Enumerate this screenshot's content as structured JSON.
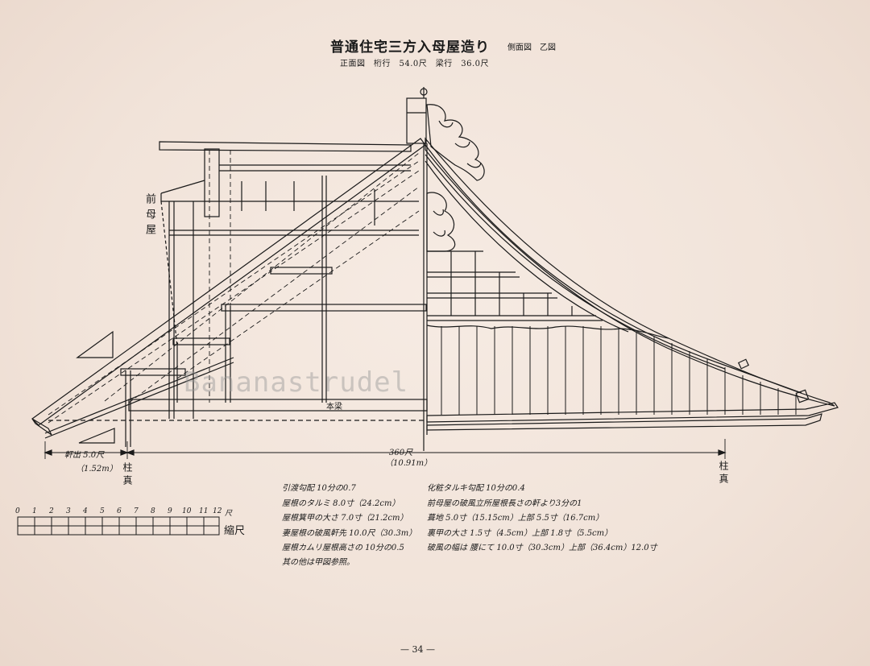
{
  "header": {
    "title": "普通住宅三方入母屋造り",
    "view_label": "側面図　乙図",
    "subtitle": "正面図　桁行　54.0尺　梁行　36.0尺"
  },
  "labels": {
    "front_wing": "前母屋",
    "main_beam": "本梁",
    "eave_projection": "軒出 5.0尺",
    "eave_projection_metric": "（1.52m）",
    "span": "360尺",
    "span_metric": "（10.91m）",
    "pillar_left": "柱真",
    "pillar_right": "柱真",
    "scale_unit": "尺",
    "scale_label": "縮尺"
  },
  "scale_ticks": [
    "0",
    "1",
    "2",
    "3",
    "4",
    "5",
    "6",
    "7",
    "8",
    "9",
    "10",
    "11",
    "12"
  ],
  "notes_left": [
    "引渡勾配 10分の0.7",
    "屋根のタルミ 8.0寸（24.2cm）",
    "屋根箕甲の大さ 7.0寸（21.2cm）",
    "妻屋根の破風軒先 10.0尺（30.3m）",
    "屋根カムリ屋根高さの 10分の0.5",
    "其の他は甲図参照。"
  ],
  "notes_right": [
    "化粧タルキ勾配 10分の0.4",
    "前母屋の破風立所屋根長さの軒より3分の1",
    "葺地 5.0寸（15.15cm）上部 5.5寸（16.7cm）",
    "裏甲の大さ 1.5寸（4.5cm）上部 1.8寸（5.5cm）",
    "破風の幅は 腰にて 10.0寸（30.3cm）上部（36.4cm）12.0寸"
  ],
  "watermark": "Bananastrudel",
  "page_number": "— 34 —",
  "colors": {
    "ink": "#1a1a1a",
    "paper": "#f3e6dd"
  }
}
